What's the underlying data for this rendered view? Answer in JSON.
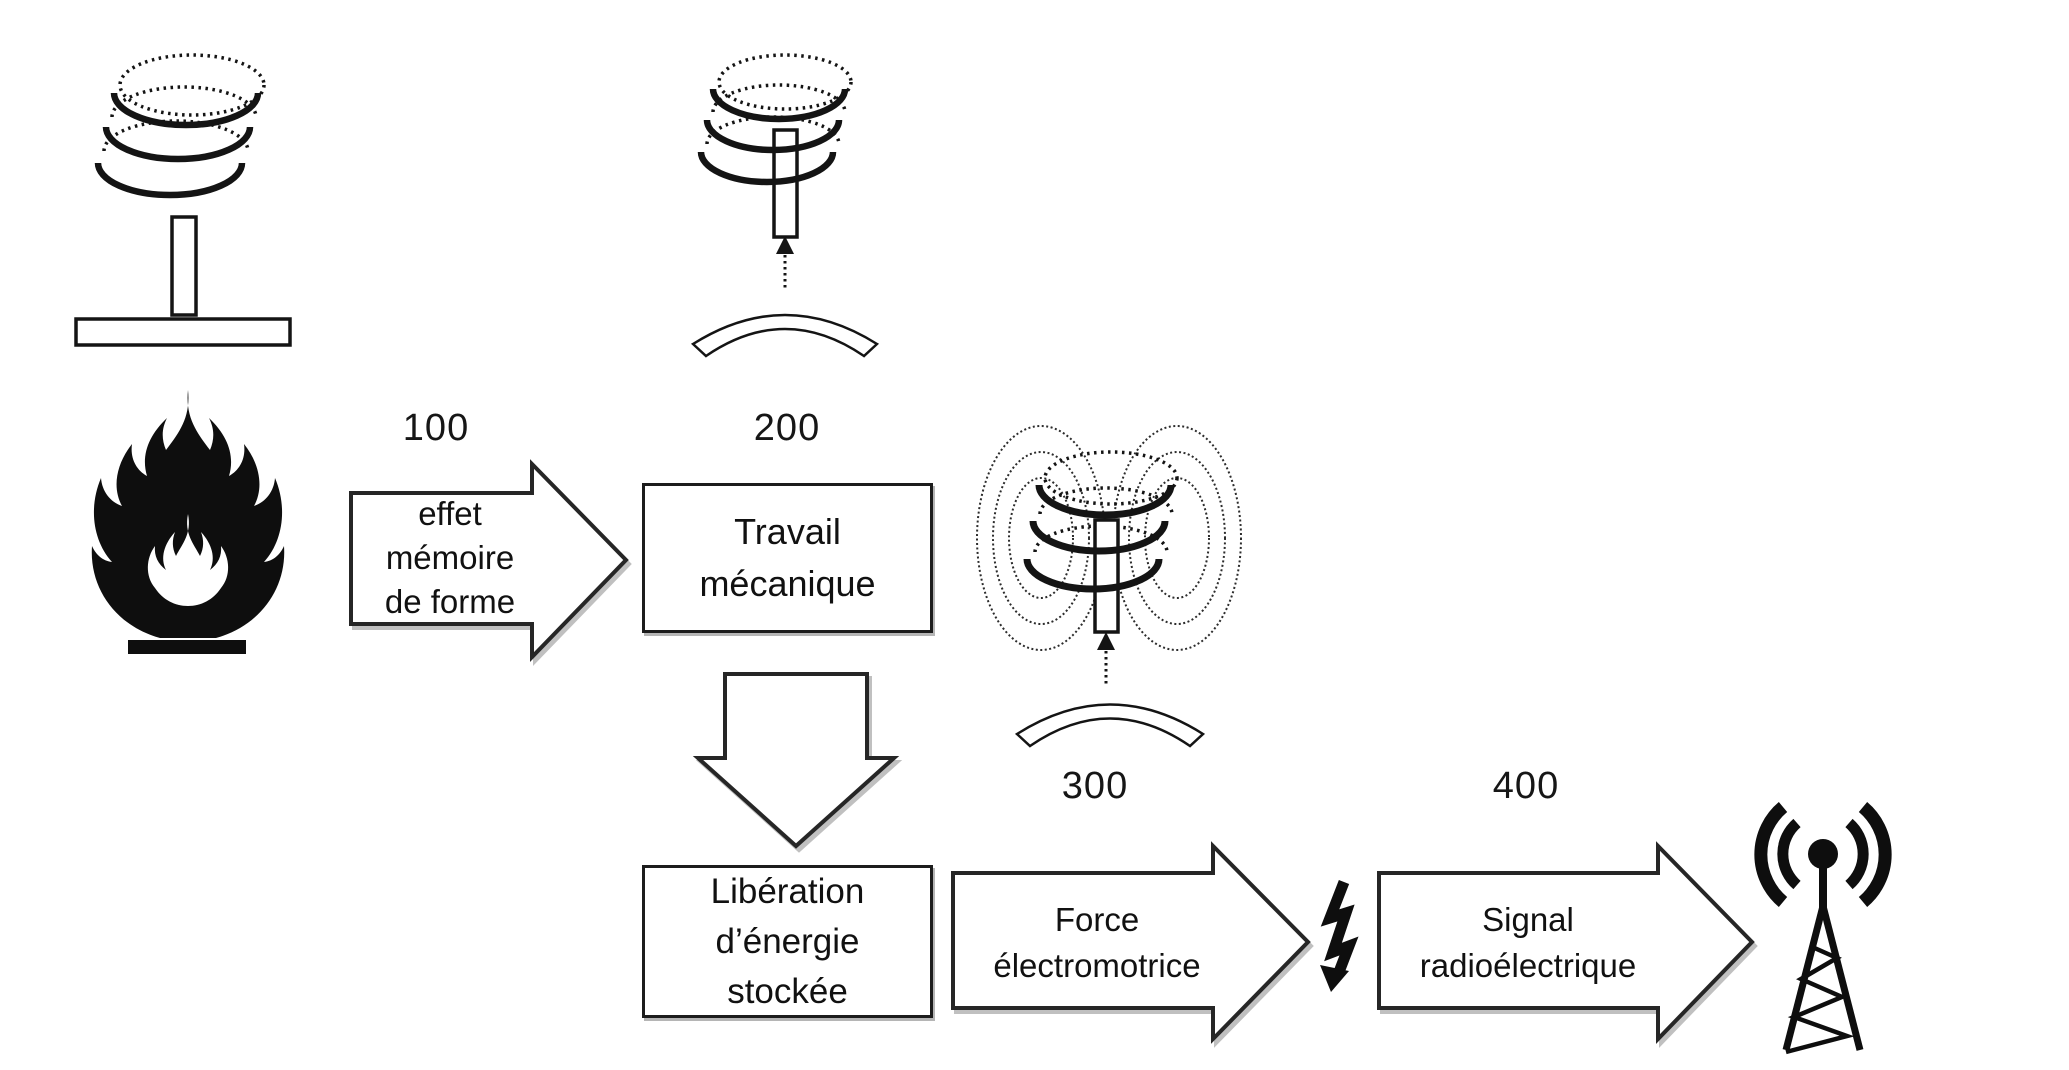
{
  "figure": {
    "background": "#ffffff",
    "ink": "#161616",
    "shadow": "#a6a6a6",
    "arrow_100": {
      "ref": "100",
      "lines": [
        "effet",
        "mémoire",
        "de forme"
      ]
    },
    "box_200": {
      "ref": "200",
      "lines": [
        "Travail",
        "mécanique"
      ]
    },
    "box_liberation": {
      "lines": [
        "Libération",
        "d’énergie",
        "stockée"
      ]
    },
    "arrow_300": {
      "ref": "300",
      "lines": [
        "Force",
        "électromotrice"
      ]
    },
    "arrow_400": {
      "ref": "400",
      "lines": [
        "Signal",
        "radioélectrique"
      ]
    },
    "icons": {
      "spring_on_support": "compressed-spring-on-support-icon",
      "flame": "flame-heat-source-icon",
      "spring_released": "extending-spring-with-rod-icon",
      "coil_magnetic_field": "coil-with-magnetic-field-icon",
      "lightning_bolt": "lightning-bolt-icon",
      "antenna": "radio-antenna-icon"
    }
  }
}
